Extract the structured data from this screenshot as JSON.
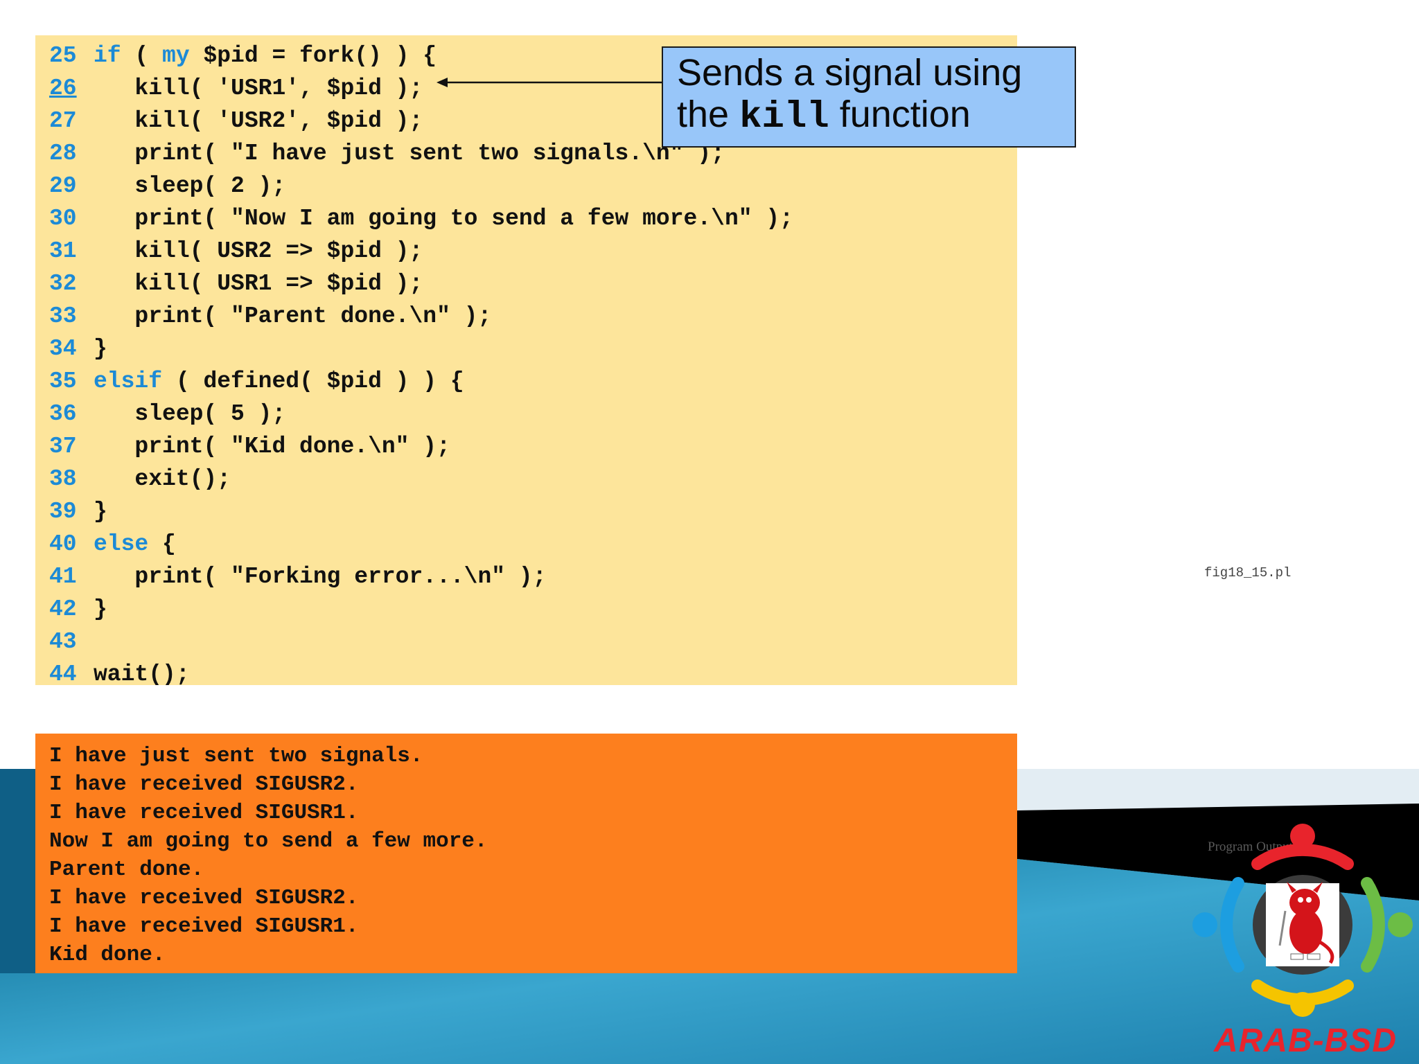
{
  "code": {
    "lines": [
      {
        "num": "25",
        "kw": "if",
        "rest": " ( ",
        "kw2": "my",
        "rest2": " $pid = fork() ) {"
      },
      {
        "num": "26",
        "kw": "",
        "rest": "   kill( 'USR1', $pid );",
        "kw2": "",
        "rest2": ""
      },
      {
        "num": "27",
        "kw": "",
        "rest": "   kill( 'USR2', $pid );",
        "kw2": "",
        "rest2": ""
      },
      {
        "num": "28",
        "kw": "",
        "rest": "   print( \"I have just sent two signals.\\n\" );",
        "kw2": "",
        "rest2": ""
      },
      {
        "num": "29",
        "kw": "",
        "rest": "   sleep( 2 );",
        "kw2": "",
        "rest2": ""
      },
      {
        "num": "30",
        "kw": "",
        "rest": "   print( \"Now I am going to send a few more.\\n\" );",
        "kw2": "",
        "rest2": ""
      },
      {
        "num": "31",
        "kw": "",
        "rest": "   kill( USR2 => $pid );",
        "kw2": "",
        "rest2": ""
      },
      {
        "num": "32",
        "kw": "",
        "rest": "   kill( USR1 => $pid );",
        "kw2": "",
        "rest2": ""
      },
      {
        "num": "33",
        "kw": "",
        "rest": "   print( \"Parent done.\\n\" );",
        "kw2": "",
        "rest2": ""
      },
      {
        "num": "34",
        "kw": "",
        "rest": "}",
        "kw2": "",
        "rest2": ""
      },
      {
        "num": "35",
        "kw": "elsif",
        "rest": " ( defined( $pid ) ) {",
        "kw2": "",
        "rest2": ""
      },
      {
        "num": "36",
        "kw": "",
        "rest": "   sleep( 5 );",
        "kw2": "",
        "rest2": ""
      },
      {
        "num": "37",
        "kw": "",
        "rest": "   print( \"Kid done.\\n\" );",
        "kw2": "",
        "rest2": ""
      },
      {
        "num": "38",
        "kw": "",
        "rest": "   exit();",
        "kw2": "",
        "rest2": ""
      },
      {
        "num": "39",
        "kw": "",
        "rest": "}",
        "kw2": "",
        "rest2": ""
      },
      {
        "num": "40",
        "kw": "else",
        "rest": " {",
        "kw2": "",
        "rest2": ""
      },
      {
        "num": "41",
        "kw": "",
        "rest": "   print( \"Forking error...\\n\" );",
        "kw2": "",
        "rest2": ""
      },
      {
        "num": "42",
        "kw": "",
        "rest": "}",
        "kw2": "",
        "rest2": ""
      },
      {
        "num": "43",
        "kw": "",
        "rest": "",
        "kw2": "",
        "rest2": ""
      },
      {
        "num": "44",
        "kw": "",
        "rest": "wait();",
        "kw2": "",
        "rest2": ""
      }
    ]
  },
  "callout": {
    "line1": "Sends a signal using",
    "line2_pre": "the ",
    "line2_code": "kill",
    "line2_post": " function"
  },
  "output": {
    "lines": [
      "I have just sent two signals.",
      "I have received SIGUSR2.",
      "I have received SIGUSR1.",
      "Now I am going to send a few more.",
      "Parent done.",
      "I have received SIGUSR2.",
      "I have received SIGUSR1.",
      "Kid done."
    ]
  },
  "labels": {
    "fig_name": "fig18_15.pl",
    "program_output": "Program Output",
    "brand": "ARAB-BSD"
  },
  "colors": {
    "code_bg": "#fde59b",
    "output_bg": "#fd7f1e",
    "callout_bg": "#98c6f9",
    "line_number": "#1c8ad6",
    "brand": "#e8242c"
  },
  "icons": {
    "logo": "bsd-daemon-logo-icon",
    "arrow": "arrow-left-icon"
  }
}
